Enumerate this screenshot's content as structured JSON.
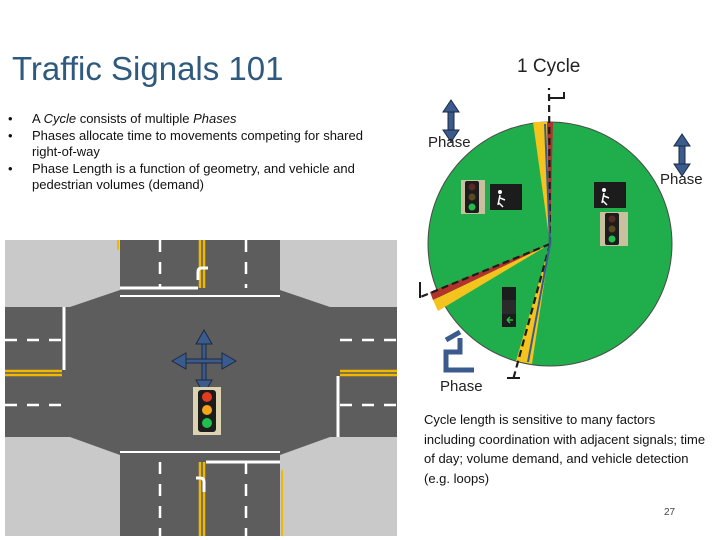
{
  "slide": {
    "title": "Traffic Signals 101",
    "bullets": [
      {
        "prefix": "A ",
        "em1": "Cycle",
        "mid": " consists of multiple ",
        "em2": "Phases",
        "suffix": ""
      },
      {
        "text": "Phases allocate time to movements competing for shared right-of-way"
      },
      {
        "text": "Phase Length is a function of geometry, and vehicle and pedestrian volumes (demand)"
      }
    ],
    "bullet_glyph": "•",
    "cycle_label": "1 Cycle",
    "phase_labels": [
      "Phase",
      "Phase",
      "Phase"
    ],
    "note": "Cycle length is sensitive to many factors including coordination with adjacent signals; time of day; volume demand, and vehicle detection (e.g. loops)",
    "page_number": "27"
  },
  "colors": {
    "title": "#2f5a7e",
    "pie_green": "#1fae4b",
    "pie_yellow": "#f5c31d",
    "pie_red": "#b2322c",
    "road": "#5d5d5d",
    "yellow_line": "#f1b800",
    "arrow_blue": "#3b5b8f"
  }
}
